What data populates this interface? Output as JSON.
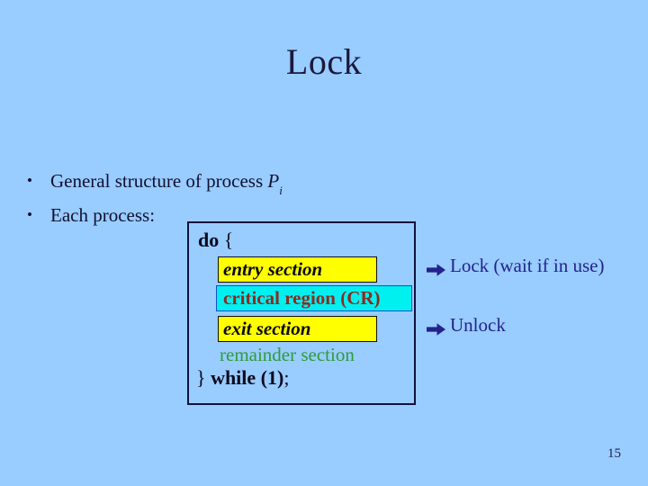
{
  "slide": {
    "title": "Lock",
    "background_color": "#99ccff",
    "page_number": "15"
  },
  "bullets": [
    {
      "marker": "•",
      "text": "General structure of process ",
      "variable": "P",
      "subscript": "i"
    },
    {
      "marker": "•",
      "text": "Each process:",
      "variable": "",
      "subscript": ""
    }
  ],
  "code_box": {
    "open_line": "do",
    "open_brace": "{",
    "close_brace": "}",
    "close_keyword": "while (1)",
    "close_semicolon": ";",
    "lines": [
      {
        "name": "entry-section",
        "text": "entry section",
        "background": "#ffff00",
        "text_color": "#0a0a0a",
        "border": "#101010"
      },
      {
        "name": "critical-region",
        "text": "critical region (CR)",
        "background": "#00f0f0",
        "text_color": "#8c2b1e",
        "border": "#1b4fc4"
      },
      {
        "name": "exit-section",
        "text": "exit section",
        "background": "#ffff00",
        "text_color": "#0a0a0a",
        "border": "#101010"
      },
      {
        "name": "remainder-section",
        "text": "remainder section",
        "background": "none",
        "text_color": "#2f9c39",
        "border": "none"
      }
    ]
  },
  "annotations": [
    {
      "icon": "arrow-right-icon",
      "label": "Lock (wait if in use)",
      "color": "#23238c"
    },
    {
      "icon": "arrow-right-icon",
      "label": "Unlock",
      "color": "#23238c"
    }
  ]
}
